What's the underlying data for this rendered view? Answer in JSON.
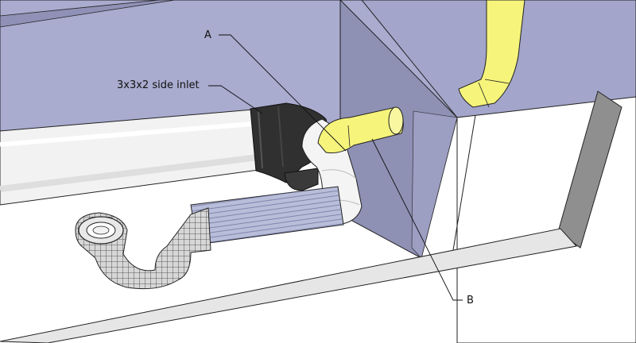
{
  "labels": {
    "a": "A",
    "b": "B",
    "side_inlet": "3x3x2 side inlet"
  },
  "colors": {
    "wall": "#a9abcf",
    "wall_dark": "#8f91b6",
    "floor": "#e4e4e4",
    "pipe_white": "#f4f4f4",
    "pipe_yellow": "#f6f47a",
    "fitting_black": "#2e2e2e",
    "mesh": "#3a3a3a",
    "blue_pipe": "#b7bcd8"
  }
}
